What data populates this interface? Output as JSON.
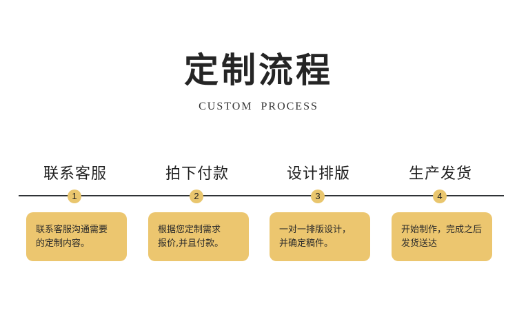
{
  "header": {
    "title": "定制流程",
    "subtitle": "CUSTOM PROCESS"
  },
  "colors": {
    "accent": "#ecc66f",
    "badge": "#e9c66e",
    "line": "#2f3336",
    "text": "#222222"
  },
  "steps": [
    {
      "number": "1",
      "title": "联系客服",
      "desc_line1": "联系客服沟通需要",
      "desc_line2": "的定制内容。"
    },
    {
      "number": "2",
      "title": "拍下付款",
      "desc_line1": "根据您定制需求",
      "desc_line2": "报价,并且付款。"
    },
    {
      "number": "3",
      "title": "设计排版",
      "desc_line1": "一对一排版设计，",
      "desc_line2": "并确定稿件。"
    },
    {
      "number": "4",
      "title": "生产发货",
      "desc_line1": "开始制作，完成之后",
      "desc_line2": "发货送达"
    }
  ]
}
